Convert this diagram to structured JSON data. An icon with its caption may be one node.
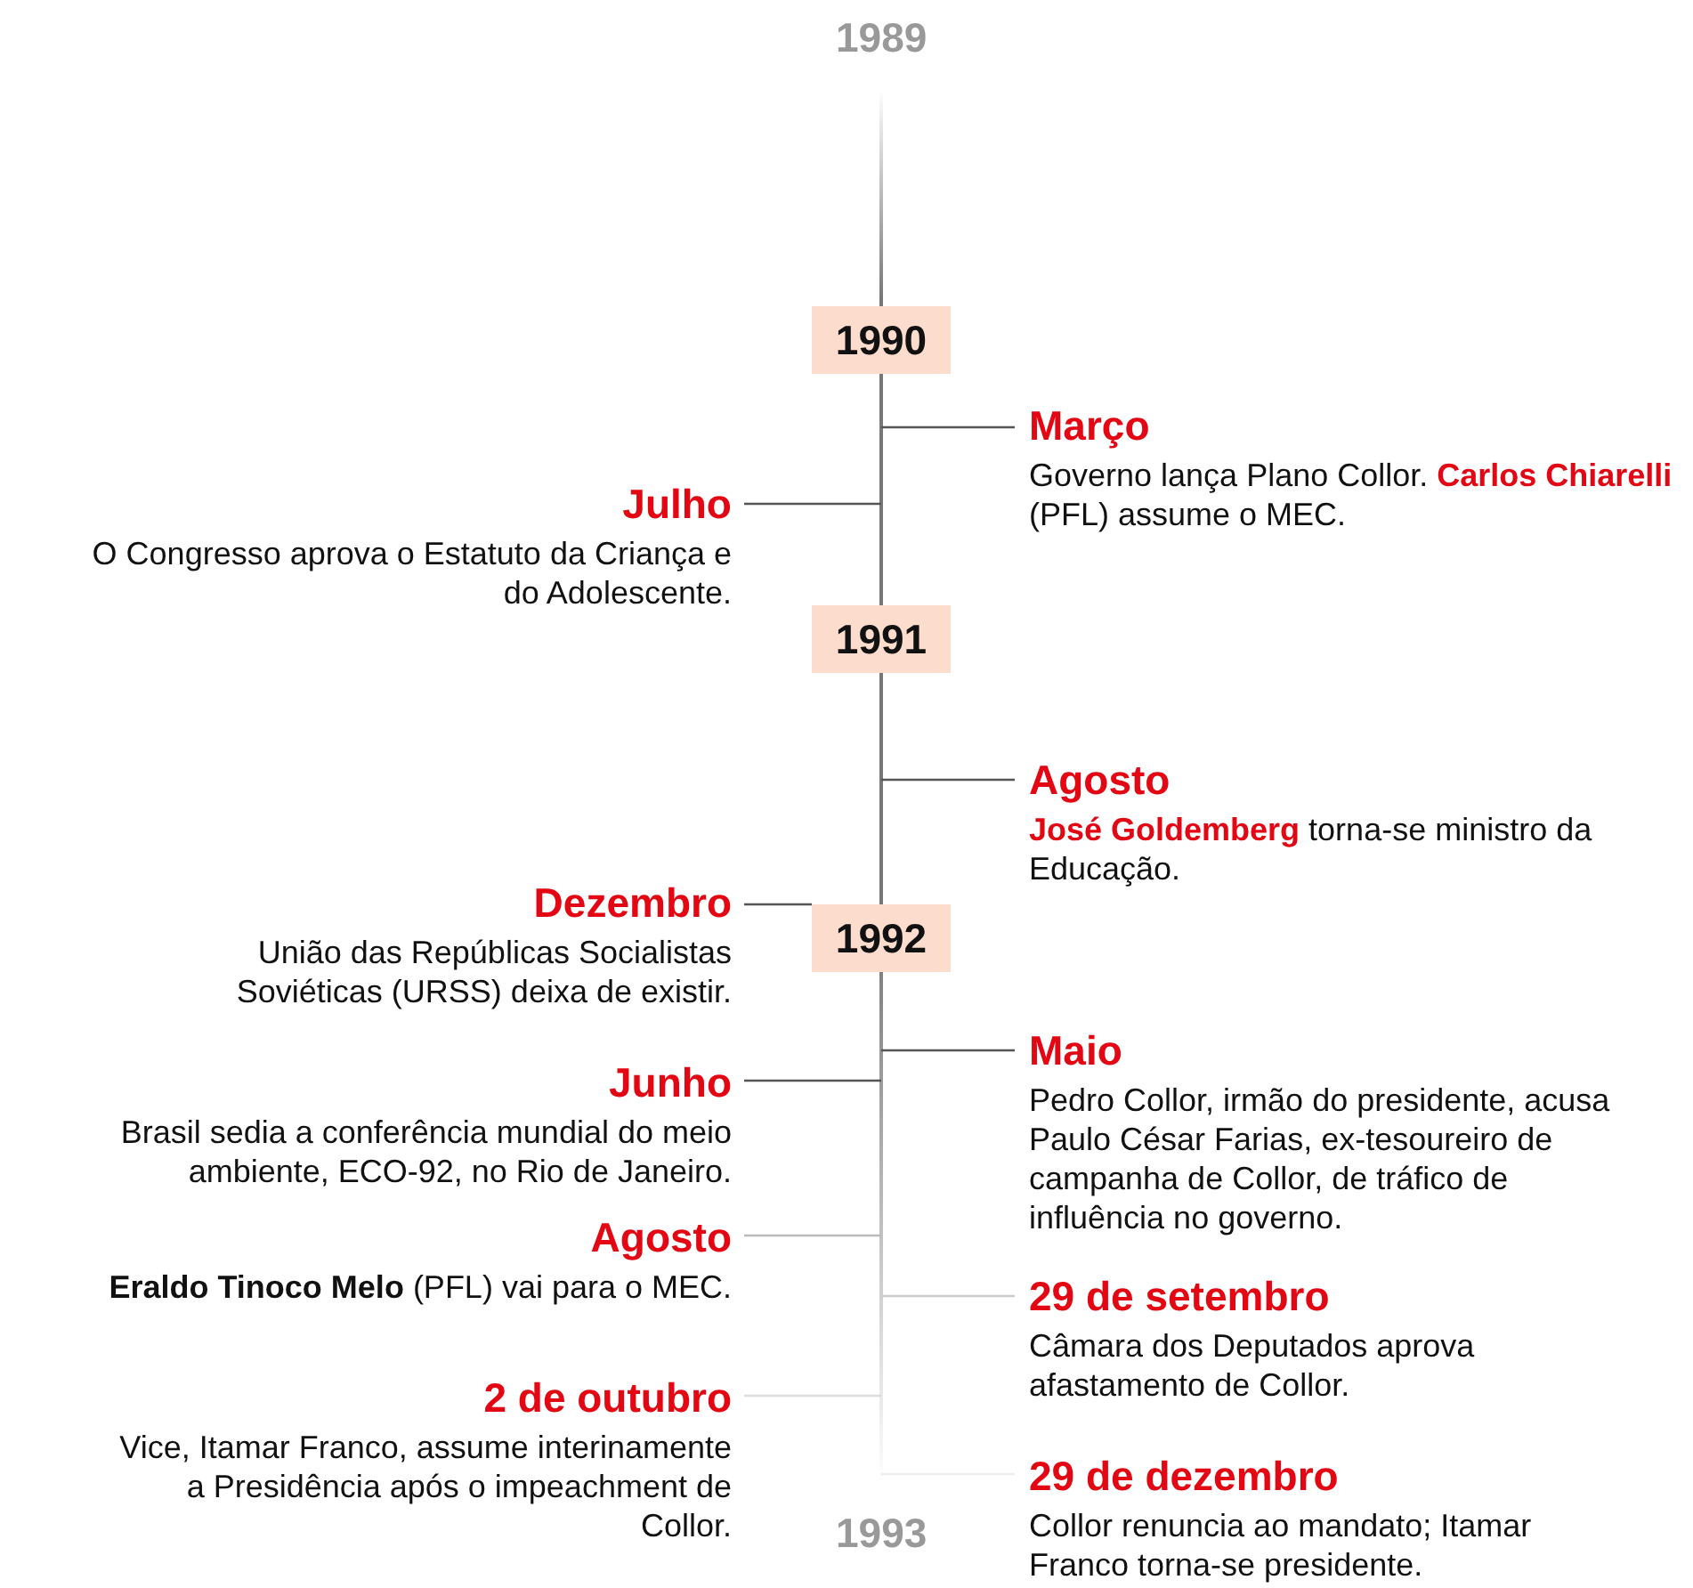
{
  "diagram": {
    "nodes": [
      {
        "text": [
          "1990"
        ]
      },
      {
        "text": [
          "Março",
          "Governo lança Plano Collor. **Carlos Chiarelli** (PFL) assume o MEC."
        ]
      },
      {
        "text": [
          "Julho",
          "O Congresso aprova o Estatuto da Criança e do Adolescente."
        ]
      },
      {
        "text": [
          "1991"
        ]
      },
      {
        "text": [
          "Agosto",
          "**José Goldemberg** torna-se ministro da Educação."
        ]
      },
      {
        "text": [
          "Dezembro",
          "União das Repúblicas Socialistas Soviéticas (URSS) deixa de existir."
        ]
      },
      {
        "text": [
          "1992"
        ]
      },
      {
        "text": [
          "Maio",
          "Pedro Collor, irmão do presidente, acusa Paulo César Farias, ex-tesoureiro de campanha de Collor, de tráfico de influência no governo."
        ]
      },
      {
        "text": [
          "Junho",
          "Brasil sedia a conferência mundial do meio ambiente, ECO-92, no Rio de Janeiro."
        ]
      },
      {
        "text": [
          "Agosto",
          "**Eraldo Tinoco Melo** (PFL) vai para o MEC."
        ]
      },
      {
        "text": [
          "29 de setembro",
          "Câmara dos Deputados aprova afastamento de Collor."
        ]
      },
      {
        "text": [
          "2 de outubro",
          "Vice, Itamar Franco, assume interinamente a Presidência após o impeachment de Collor."
        ]
      },
      {
        "text": [
          "29 de dezembro",
          "Collor renuncia ao mandato; Itamar Franco torna-se presidente."
        ]
      }
    ],
    "edges": [
      {
        "from": 1,
        "to": null,
        "arrow": "none"
      },
      {
        "from": 2,
        "to": null,
        "arrow": "none"
      },
      {
        "from": 4,
        "to": null,
        "arrow": "none"
      },
      {
        "from": 5,
        "to": 6,
        "arrow": "none"
      },
      {
        "from": 7,
        "to": null,
        "arrow": "none"
      },
      {
        "from": 8,
        "to": null,
        "arrow": "none"
      },
      {
        "from": 9,
        "to": null,
        "arrow": "none",
        "color": "#bbbbbb"
      },
      {
        "from": 10,
        "to": null,
        "arrow": "none",
        "color": "#cccccc"
      },
      {
        "from": 11,
        "to": null,
        "arrow": "none",
        "color": "#dddddd"
      },
      {
        "from": 12,
        "to": null,
        "arrow": "none",
        "color": "#eeeeee"
      }
    ],
    "labels": [
      "1989",
      "1993"
    ]
  }
}
